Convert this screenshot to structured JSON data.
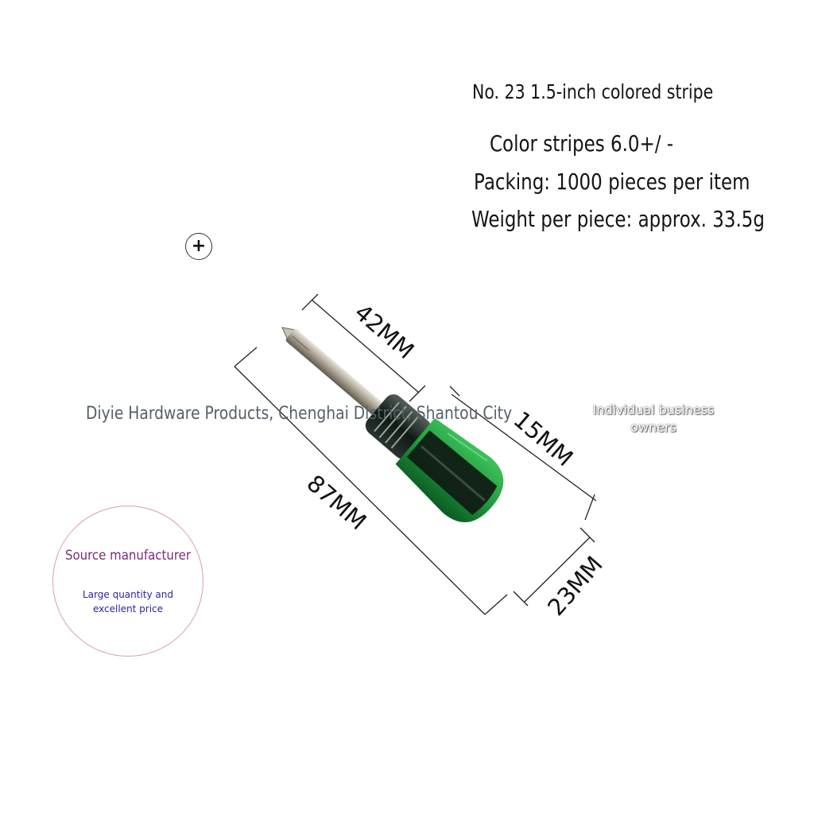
{
  "specs": {
    "model": "No. 23 1.5-inch colored stripe",
    "color_stripes": "Color stripes 6.0+/ -",
    "packing": "Packing: 1000 pieces per item",
    "weight": "Weight per piece: approx. 33.5g"
  },
  "tip_type_symbol": "+",
  "dimensions": {
    "shaft_length": "42MM",
    "handle_width": "15MM",
    "total_length": "87MM",
    "handle_diameter": "23MM"
  },
  "watermark": "Diyie Hardware Products, Chenghai District, Shantou City",
  "business_type": "Individual business owners",
  "stamp": {
    "title": "Source manufacturer",
    "subtitle": "Large quantity and excellent price"
  },
  "colors": {
    "handle_green": "#1f9a3c",
    "handle_dark": "#0f1a14",
    "shaft_metal": "#b8b2a2",
    "stamp_title": "#7a2d7a",
    "stamp_subtitle": "#2a23a8"
  },
  "icons": [
    "phillips-tip-icon"
  ]
}
